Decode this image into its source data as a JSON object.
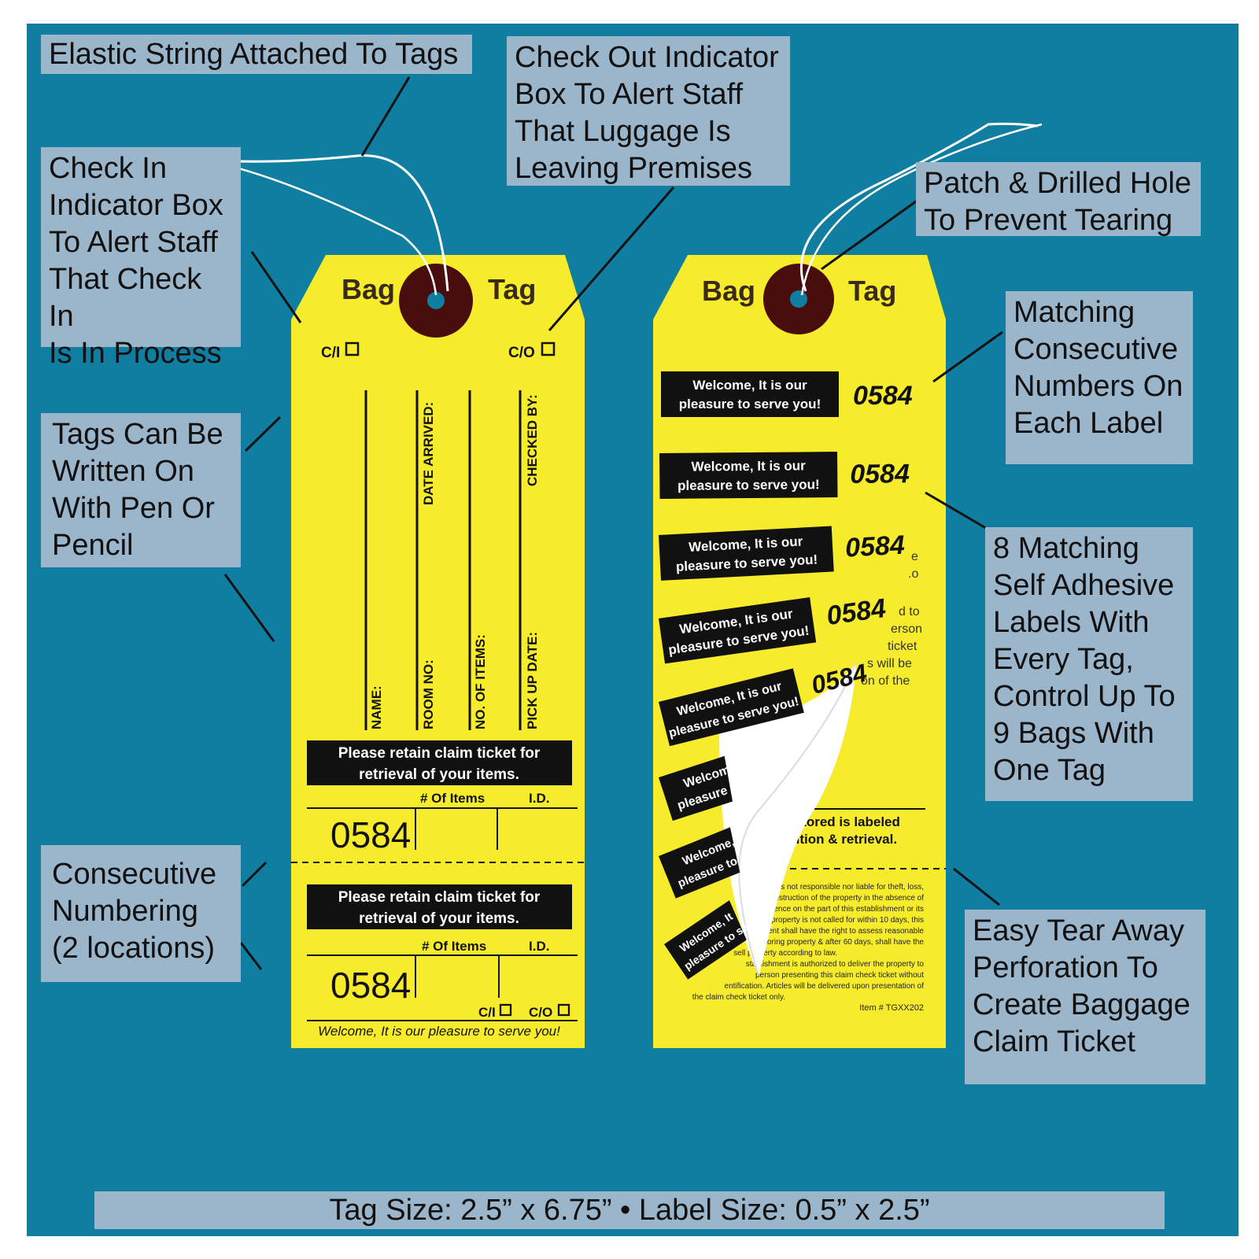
{
  "callouts": {
    "elastic": "Elastic String Attached To Tags",
    "checkout": "Check Out Indicator\nBox To Alert Staff\nThat Luggage Is\nLeaving Premises",
    "checkin": "Check In\nIndicator Box\nTo Alert Staff\nThat Check In\nIs In Process",
    "patch": "Patch & Drilled Hole\nTo Prevent Tearing",
    "matching": "Matching\nConsecutive\nNumbers On\nEach Label",
    "written": "Tags Can Be\nWritten On\nWith Pen Or\nPencil",
    "adhesive": "8 Matching\nSelf Adhesive\nLabels With\nEvery Tag,\nControl Up To\n9 Bags With\nOne Tag",
    "consecutive": "Consecutive\nNumbering\n(2 locations)",
    "tear": "Easy Tear Away\nPerforation To\nCreate Baggage\nClaim Ticket"
  },
  "footer": "Tag Size: 2.5” x 6.75” • Label Size: 0.5” x 2.5”",
  "tag_front": {
    "word_left": "Bag",
    "word_right": "Tag",
    "ci": "C/I",
    "co": "C/O",
    "fields_bottom": [
      "NAME:",
      "ROOM NO:",
      "NO. OF ITEMS:",
      "PICK UP DATE:"
    ],
    "fields_top": [
      "DATE ARRIVED:",
      "CHECKED BY:"
    ],
    "retain_line1": "Please retain claim ticket for",
    "retain_line2": "retrieval of your items.",
    "items_label": "# Of Items",
    "id_label": "I.D.",
    "number": "0584",
    "welcome": "Welcome, It is our pleasure to serve you!"
  },
  "tag_back": {
    "word_left": "Bag",
    "word_right": "Tag",
    "label_line1": "Welcome, It is our",
    "label_line2": "pleasure to serve you!",
    "label_number": "0584",
    "partial_labels": [
      "Welcom",
      "pleasure t",
      "Welcome,",
      "pleasure to s",
      "Welcome, It",
      "pleasure to se"
    ],
    "underneath_text": [
      "e",
      ".o",
      "d to",
      "erson",
      "ticket",
      "s will be",
      "on of the"
    ],
    "stored_line1": "at is stored is labeled",
    "stored_line2": "cognition & retrieval.",
    "fine_print": [
      "ment is not responsible nor liable for theft, loss,",
      "estruction of the property in the absence of",
      "gence on the part of this establishment or its",
      "If property is not called for within 10 days, this",
      "ment shall have the right to assess reasonable",
      "for storing property & after 60 days, shall have the",
      "sell property according to law.",
      "stablishment is authorized to deliver the property to",
      "person presenting this claim check ticket without",
      "entification. Articles will be delivered upon presentation of",
      "the claim check ticket only."
    ],
    "item_no": "Item # TGXX202"
  },
  "colors": {
    "panel": "#0f7ea1",
    "callout": "#9bb6cb",
    "tag": "#f7ec2b",
    "patch": "#4a0d0d",
    "label": "#111111"
  }
}
